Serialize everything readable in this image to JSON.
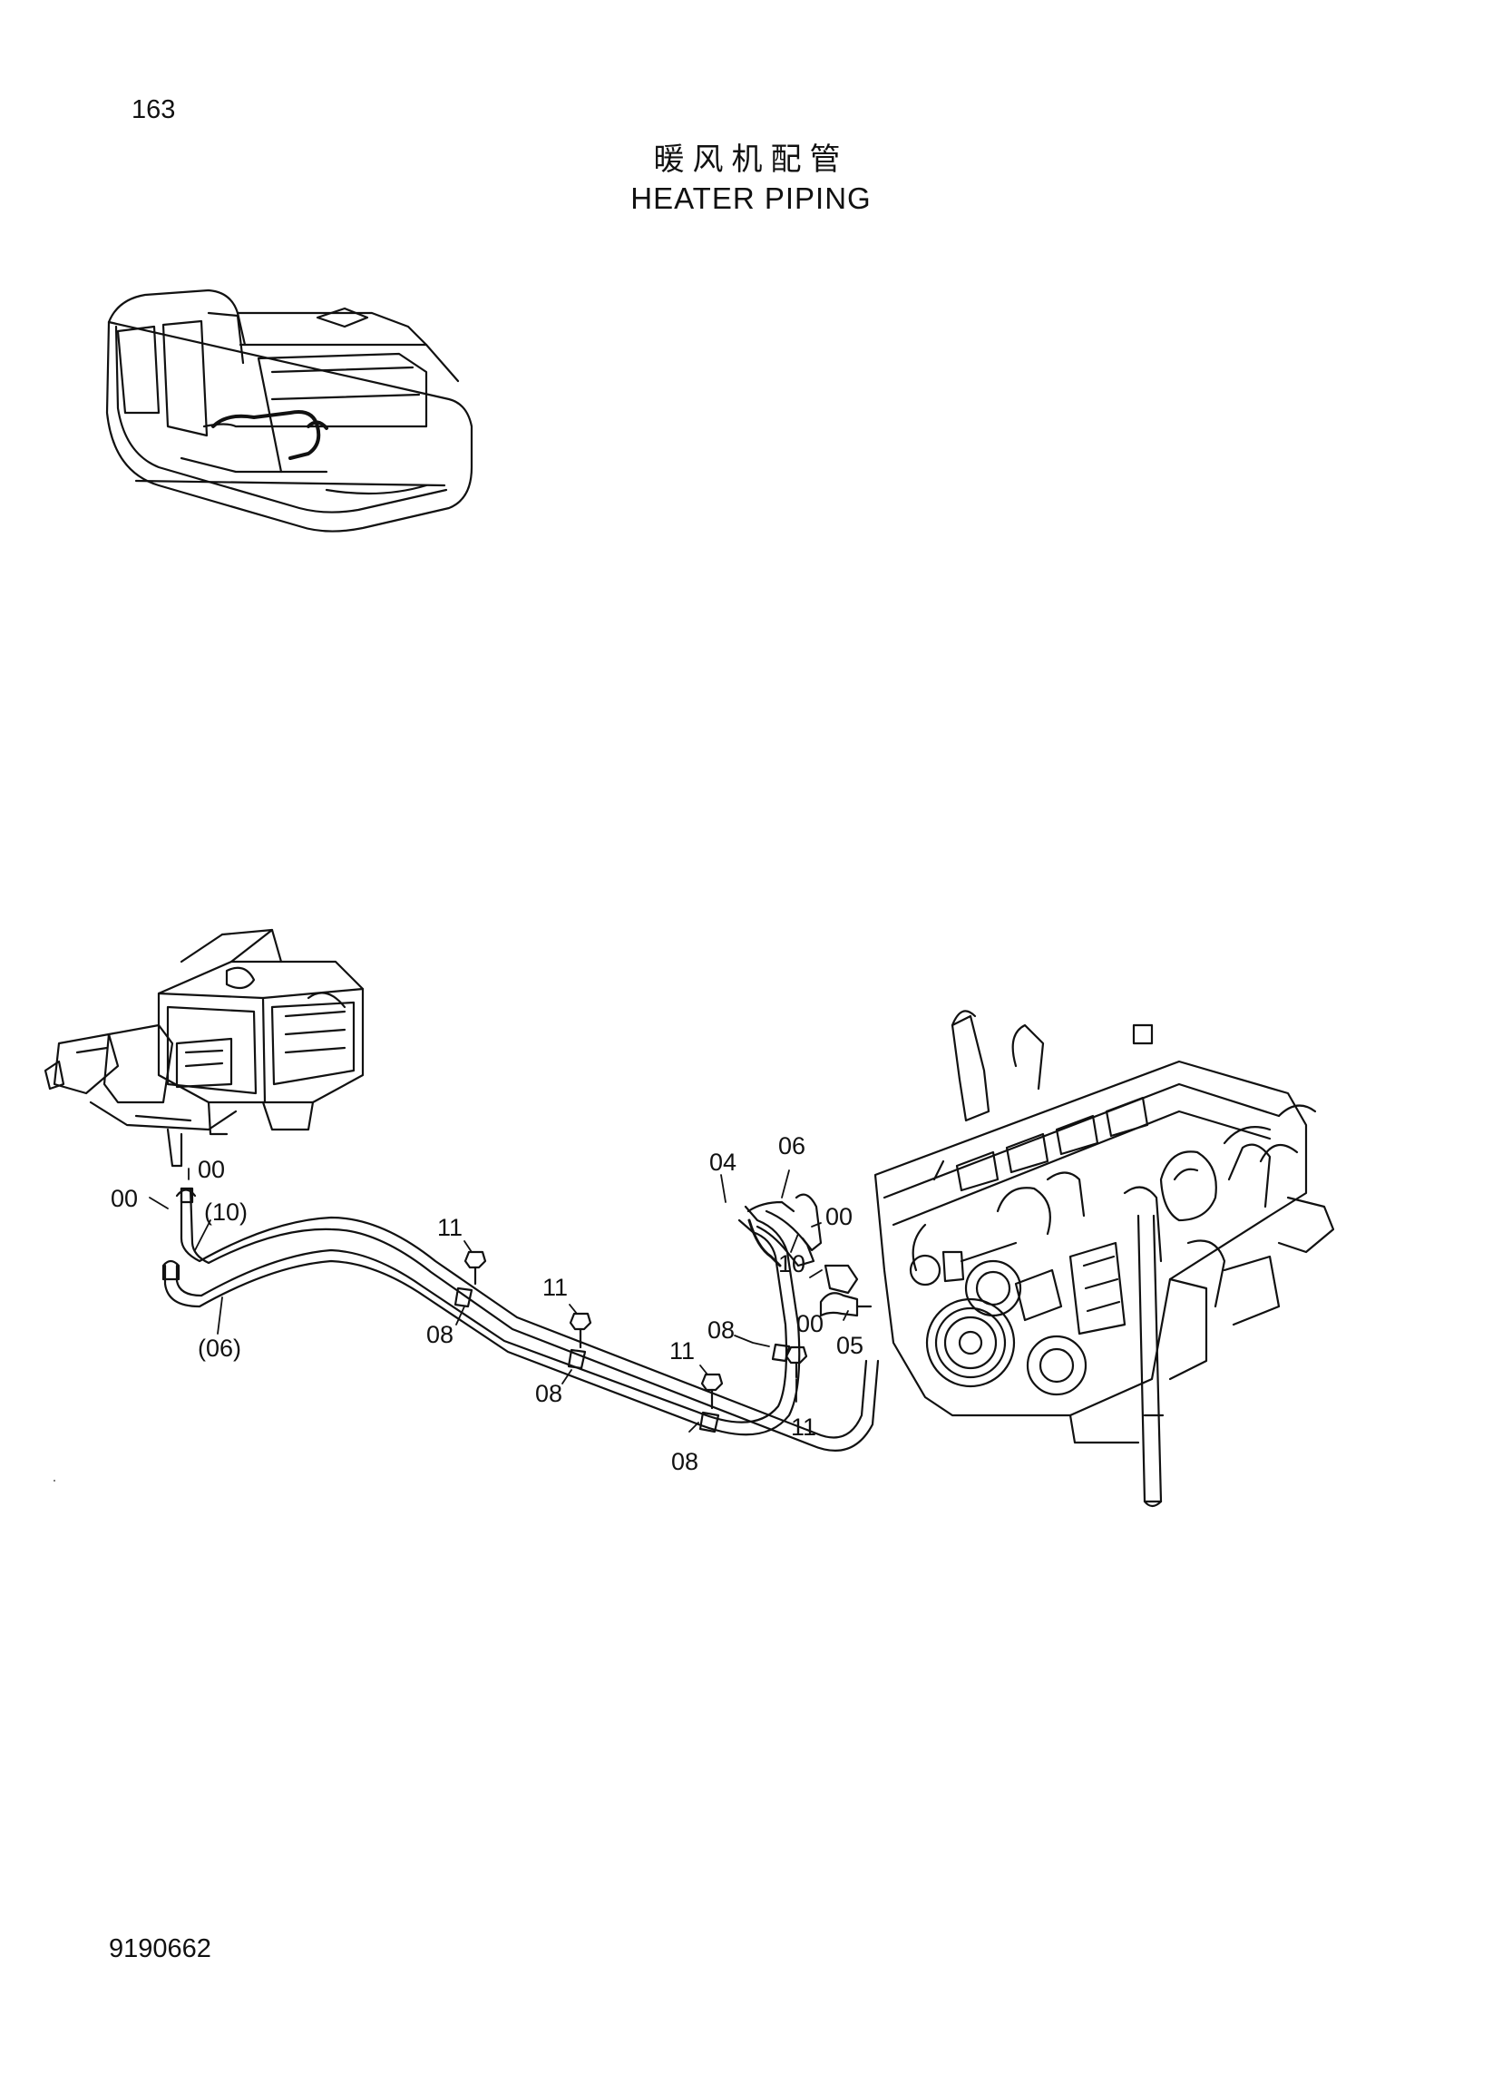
{
  "header": {
    "page_number": "163",
    "title_cn": "暖风机配管",
    "title_en": "HEATER PIPING"
  },
  "footer": {
    "doc_number": "9190662"
  },
  "callouts": [
    {
      "id": "c1",
      "label": "00"
    },
    {
      "id": "c2",
      "label": "00"
    },
    {
      "id": "c3",
      "label": "(10)"
    },
    {
      "id": "c4",
      "label": "(06)"
    },
    {
      "id": "c5",
      "label": "11"
    },
    {
      "id": "c6",
      "label": "08"
    },
    {
      "id": "c7",
      "label": "11"
    },
    {
      "id": "c8",
      "label": "08"
    },
    {
      "id": "c9",
      "label": "11"
    },
    {
      "id": "c10",
      "label": "08"
    },
    {
      "id": "c11",
      "label": "08"
    },
    {
      "id": "c12",
      "label": "04"
    },
    {
      "id": "c13",
      "label": "06"
    },
    {
      "id": "c14",
      "label": "00"
    },
    {
      "id": "c15",
      "label": "10"
    },
    {
      "id": "c16",
      "label": "00"
    },
    {
      "id": "c17",
      "label": "05"
    },
    {
      "id": "c18",
      "label": "11"
    }
  ],
  "colors": {
    "ink": "#111111",
    "paper": "#ffffff"
  }
}
